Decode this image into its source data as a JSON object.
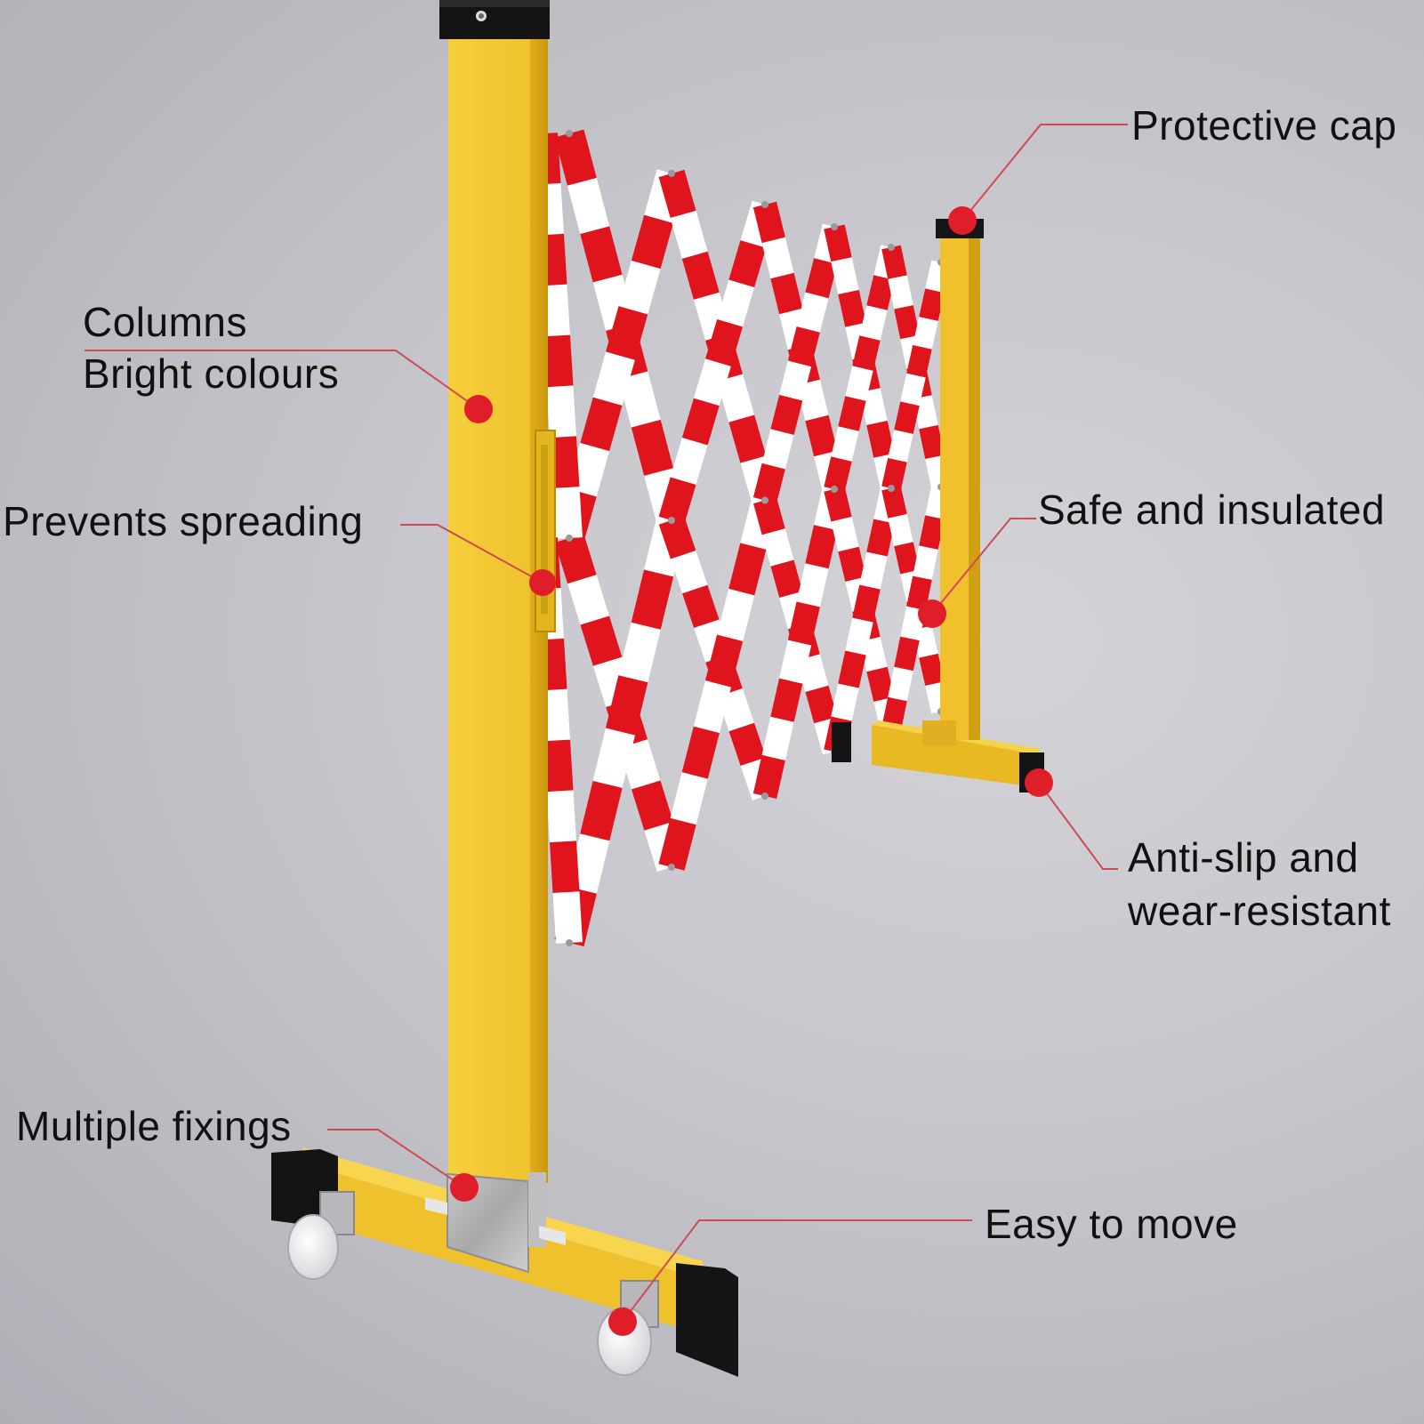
{
  "annotations": {
    "protective_cap": "Protective cap",
    "columns": "Columns",
    "bright_colours": "Bright colours",
    "prevents_spreading": "Prevents spreading",
    "safe_insulated": "Safe and insulated",
    "anti_slip_line1": "Anti-slip and",
    "anti_slip_line2": "wear-resistant",
    "multiple_fixings": "Multiple fixings",
    "easy_to_move": "Easy to move"
  },
  "colors": {
    "post_yellow": "#f2c62a",
    "barrier_red": "#e0141c",
    "barrier_white": "#ffffff",
    "marker_red": "#e01e2a",
    "leader_line": "#d04a55",
    "rubber_black": "#121212"
  }
}
